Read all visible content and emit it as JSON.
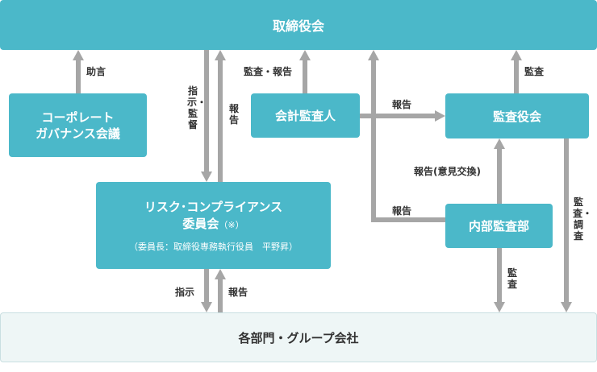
{
  "boxes": {
    "board": "取締役会",
    "corporate_governance_line1": "コーポレート",
    "corporate_governance_line2": "ガバナンス会議",
    "accounting_auditor": "会計監査人",
    "audit_board": "監査役会",
    "risk_committee_line1": "リスク･コンプライアンス",
    "risk_committee_line2": "委員会",
    "risk_committee_note": "（※）",
    "risk_committee_sub": "（委員長：取締役専務執行役員　平野昇）",
    "internal_audit": "内部監査部",
    "departments": "各部門・グループ会社"
  },
  "labels": {
    "assist": "助言",
    "instruct_supervise": "指示・監督",
    "report_up_risk": "報告",
    "audit_report": "監査・報告",
    "report_auditor_to_board": "報告",
    "audit_board_to_board": "監査",
    "report_exchange": "報告(意見交換)",
    "report_internal_to_board": "報告",
    "audit_board_investigate": "監査・調査",
    "instruct": "指示",
    "report_departments": "報告",
    "internal_audit_down": "監査"
  },
  "colors": {
    "box": "#4bb8c9",
    "arrow": "#a6a6a6",
    "bottom_fill": "#eef6f6"
  }
}
